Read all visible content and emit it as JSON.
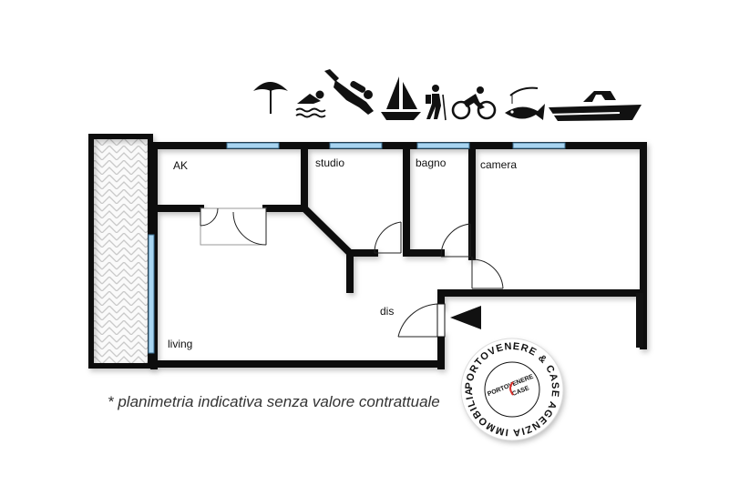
{
  "rooms": {
    "ak": "AK",
    "studio": "studio",
    "bagno": "bagno",
    "camera": "camera",
    "dis": "dis",
    "living": "living"
  },
  "note": "* planimetria indicativa senza valore contrattuale",
  "stamp": {
    "ring_text": "PORTOVENERE & CASE AGENZIA IMMOBILIARE",
    "inner_top": "PORTOVENERE",
    "inner_bottom": "CASE"
  },
  "icons": [
    "umbrella-icon",
    "swimmer-icon",
    "scuba-diver-icon",
    "sailboat-icon",
    "hiker-icon",
    "cyclist-icon",
    "fishing-icon",
    "motorboat-icon"
  ],
  "colors": {
    "wall": "#111111",
    "window": "#a8d4f0",
    "accent": "#d9302c"
  }
}
